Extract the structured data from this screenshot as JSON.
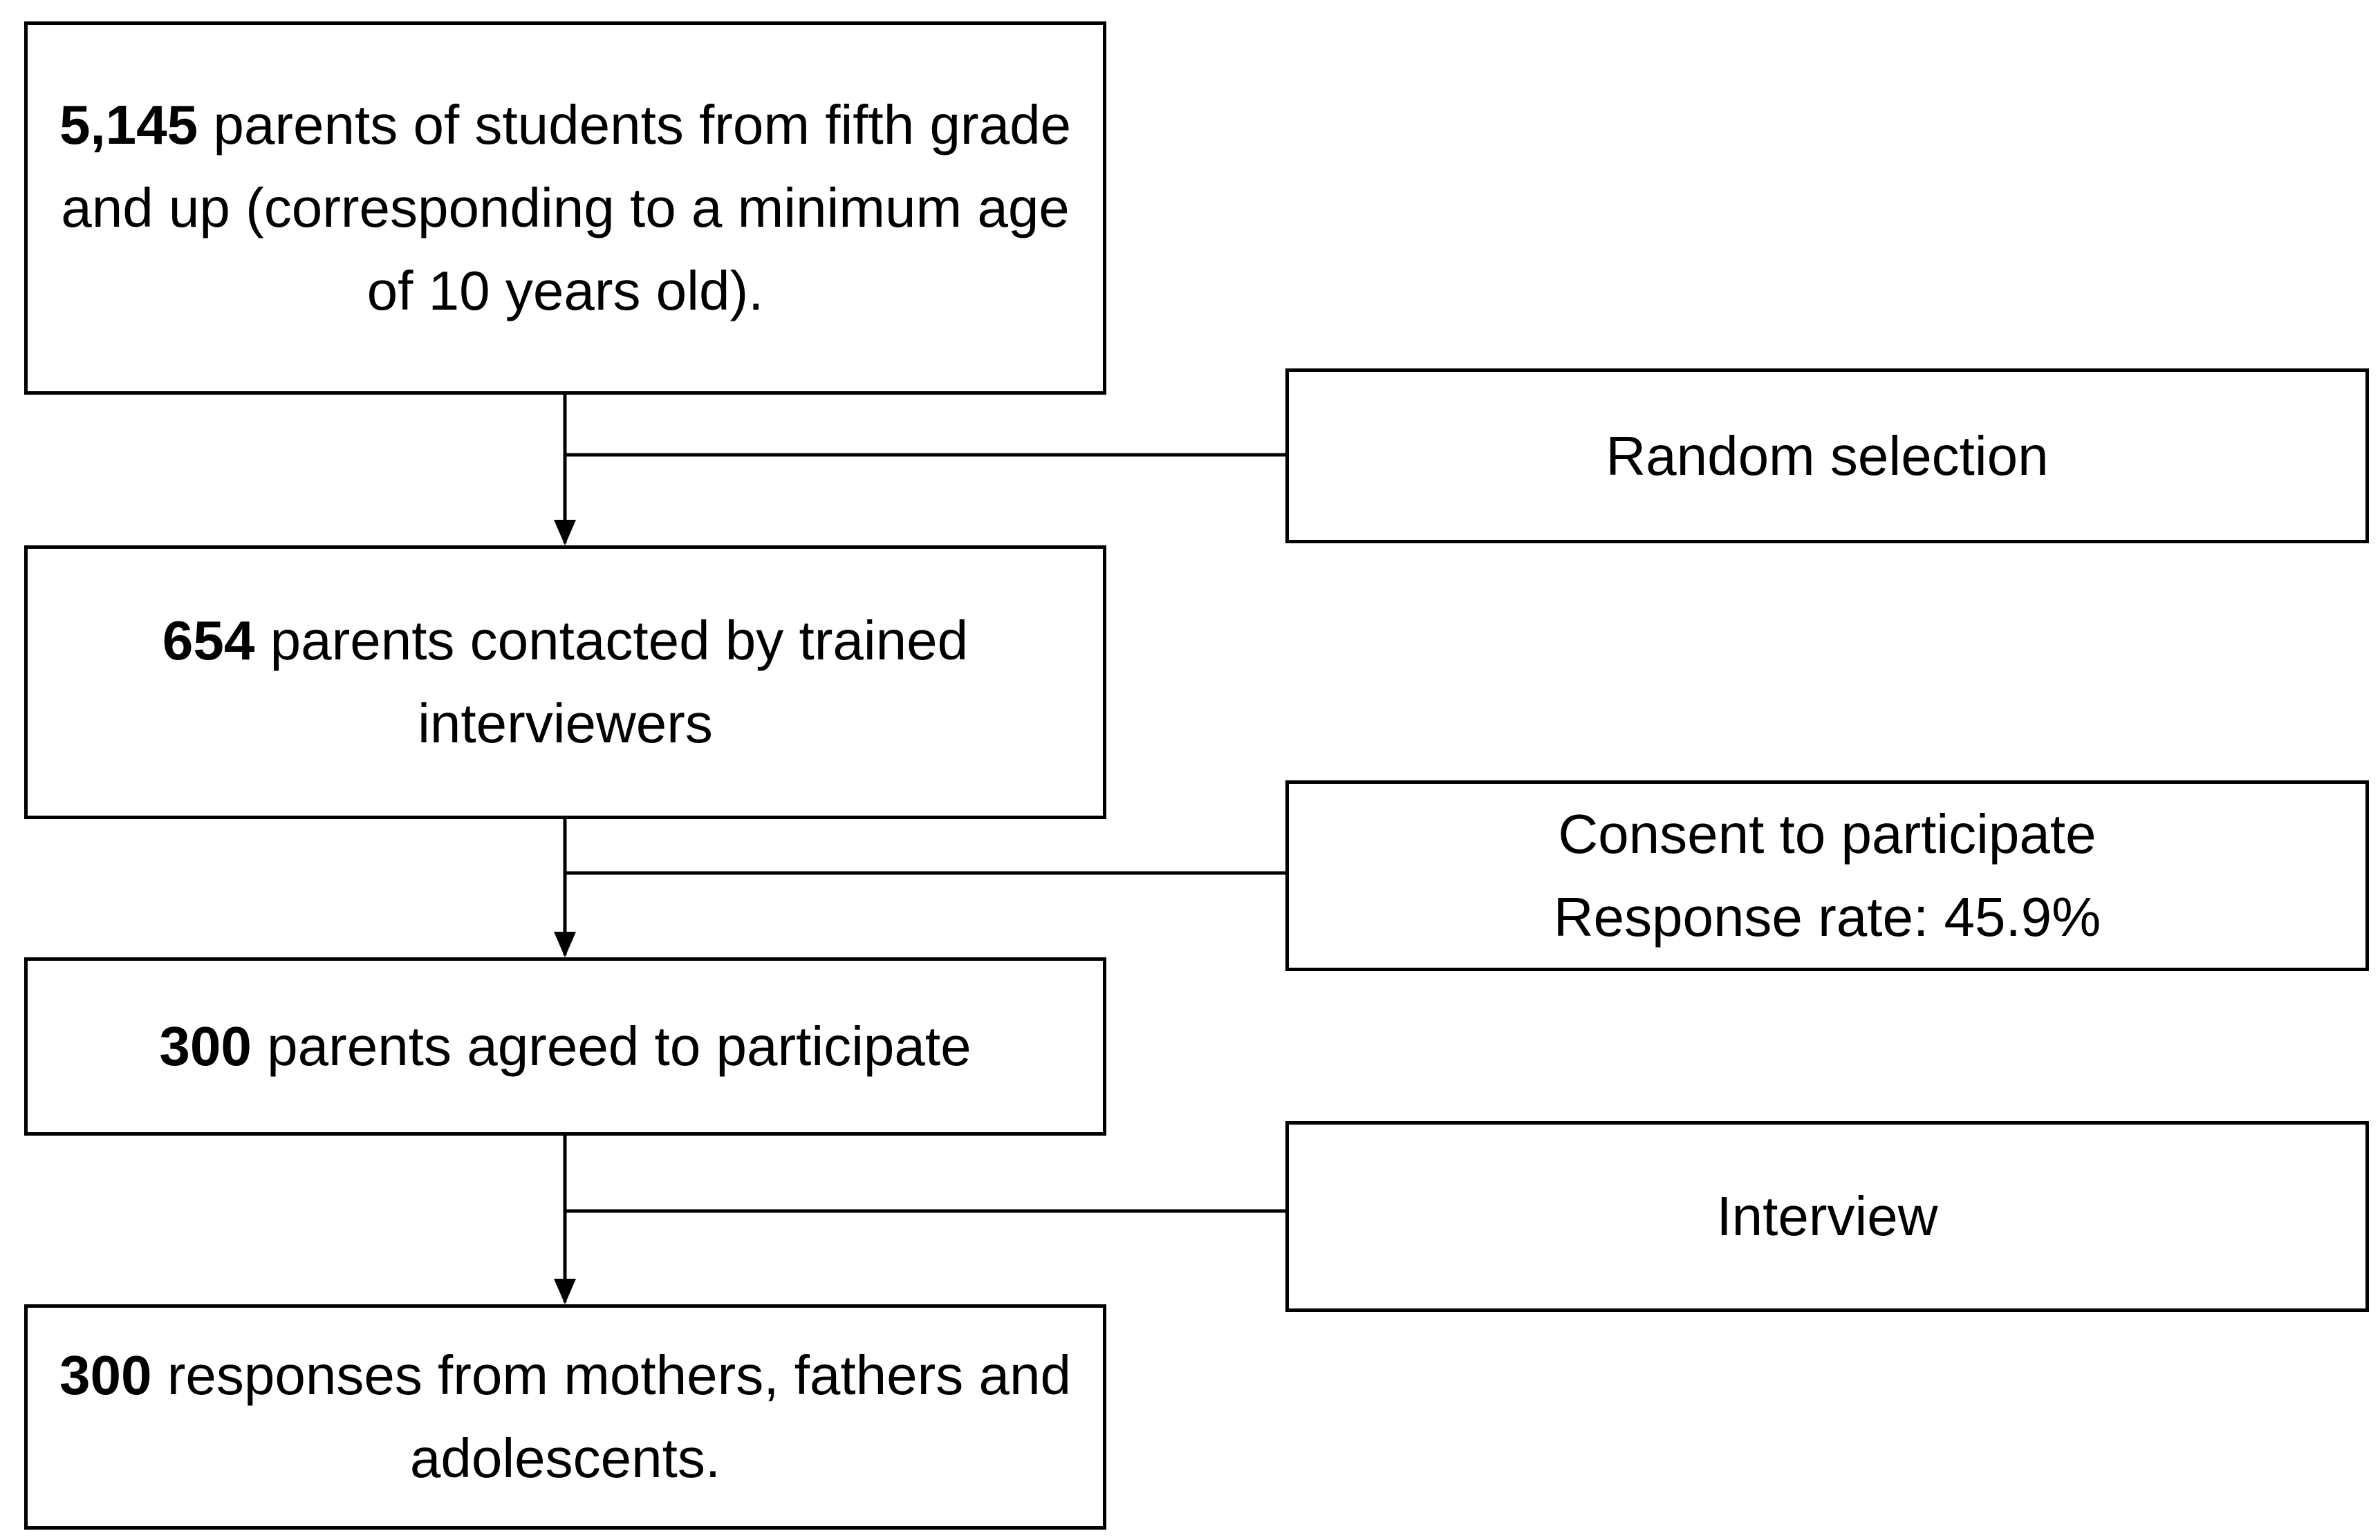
{
  "diagram": {
    "main_steps": [
      {
        "count": "5,145",
        "text": " parents of students from fifth grade and up (corresponding to a minimum age of 10 years old)."
      },
      {
        "count": "654",
        "text": " parents contacted by trained interviewers"
      },
      {
        "count": "300",
        "text": " parents agreed to participate"
      },
      {
        "count": "300",
        "text": " responses from mothers, fathers and adolescents."
      }
    ],
    "side_steps": [
      {
        "line1": "Random selection",
        "line2": ""
      },
      {
        "line1": "Consent to participate",
        "line2": "Response rate: 45.9%"
      },
      {
        "line1": "Interview",
        "line2": ""
      }
    ]
  }
}
